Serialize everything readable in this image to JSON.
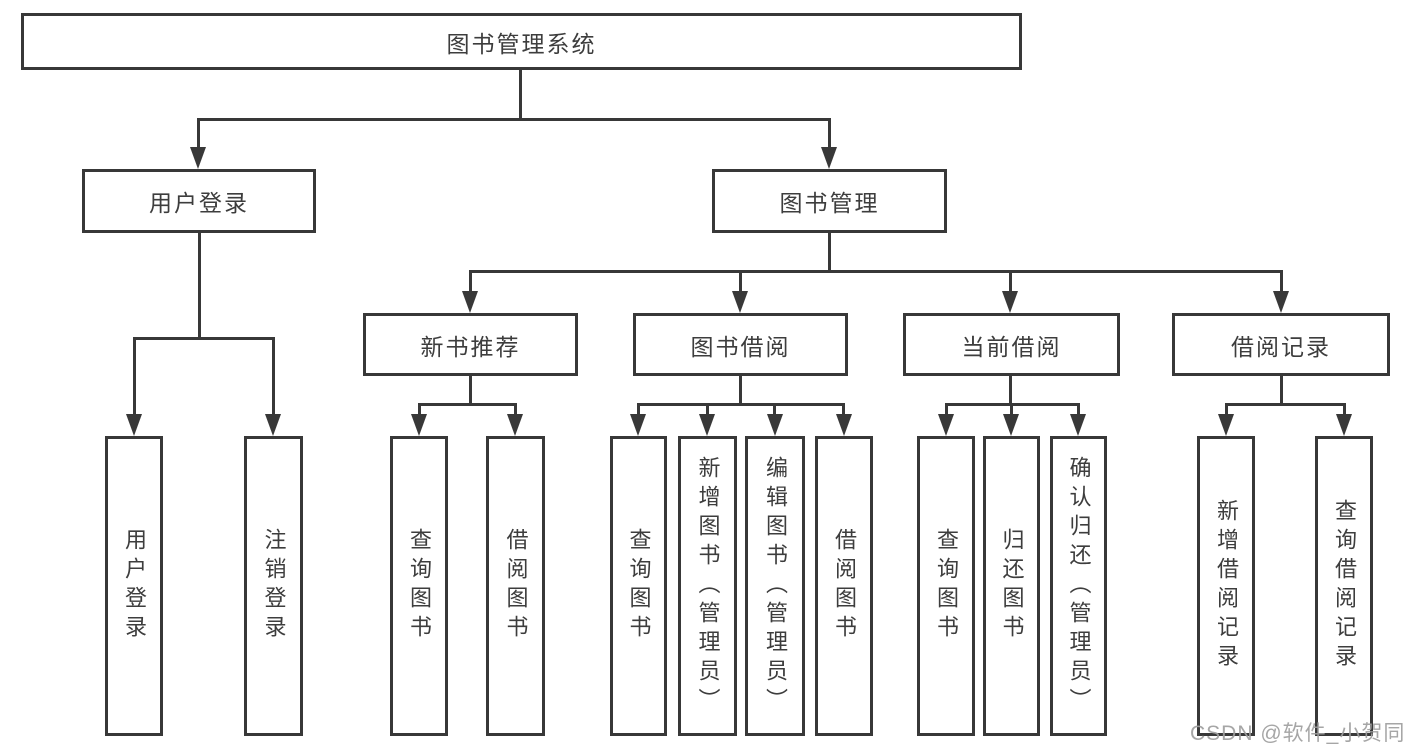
{
  "tree": {
    "root": "图书管理系统",
    "branches": [
      {
        "label": "用户登录",
        "children": [
          "用户登录",
          "注销登录"
        ]
      },
      {
        "label": "图书管理",
        "sections": [
          {
            "label": "新书推荐",
            "children": [
              "查询图书",
              "借阅图书"
            ]
          },
          {
            "label": "图书借阅",
            "children": [
              "查询图书",
              "新增图书（管理员）",
              "编辑图书（管理员）",
              "借阅图书"
            ]
          },
          {
            "label": "当前借阅",
            "children": [
              "查询图书",
              "归还图书",
              "确认归还（管理员）"
            ]
          },
          {
            "label": "借阅记录",
            "children": [
              "新增借阅记录",
              "查询借阅记录"
            ]
          }
        ]
      }
    ]
  },
  "watermark": {
    "text": "CSDN @软件_小贺同学"
  },
  "colors": {
    "line": "#383838",
    "text": "#3d3d3d",
    "watermark": "#9e9e9e",
    "background": "#ffffff"
  }
}
